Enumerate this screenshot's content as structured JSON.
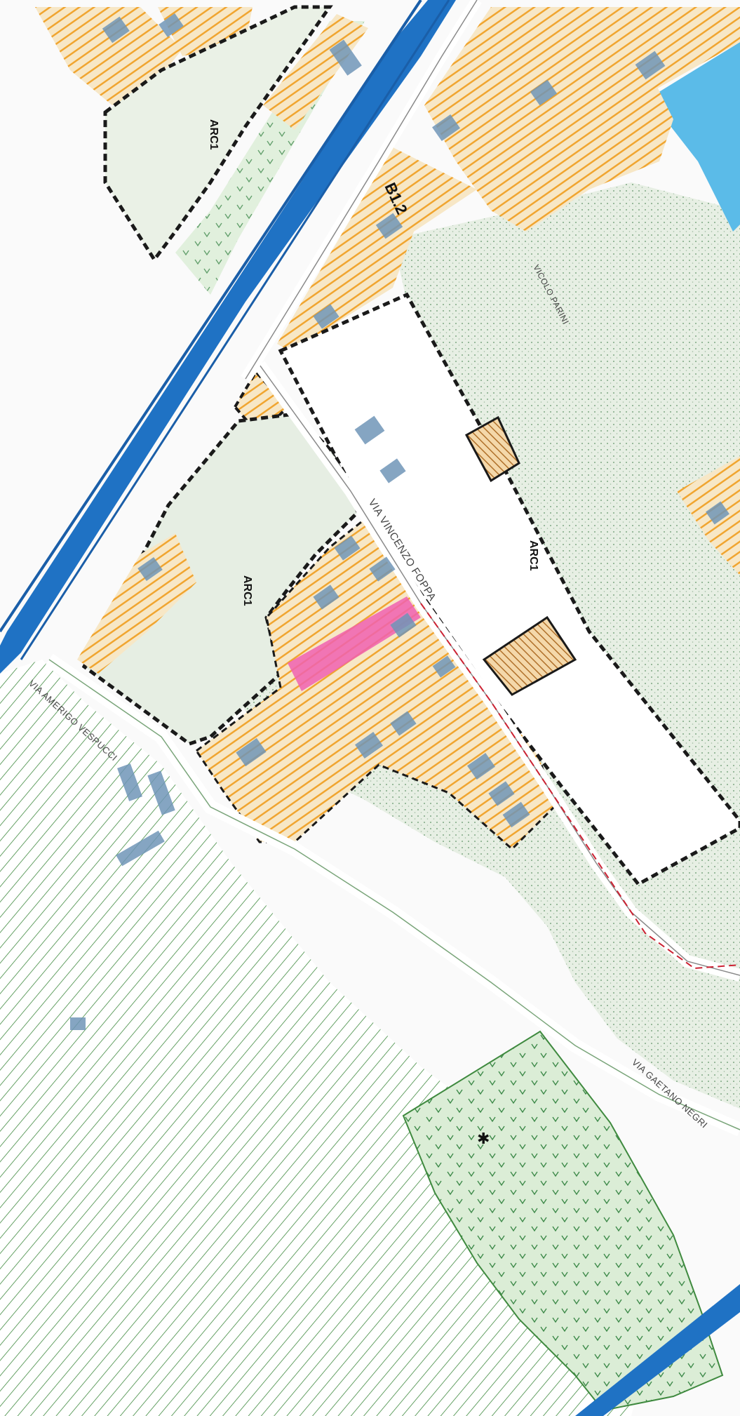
{
  "zones": {
    "arc1_top_left": "ARC1",
    "arc1_center": "ARC1",
    "arc1_right": "ARC1",
    "b12": "B1.2"
  },
  "streets": {
    "foppa": "VIA VINCENZO FOPPA",
    "vespucci": "VIA AMERIGO VESPUCCI",
    "negri": "VIA GAETANO NEGRI",
    "unnamed_top": "VICOLO PARINI"
  },
  "colors": {
    "orange_hatch": "#f0a530",
    "green_dotted": "#e4eee2",
    "green_hatch": "#3f8a3f",
    "canal": "#1f72c4",
    "pond": "#5bbbe8",
    "boundary": "#1a1a1a",
    "pink_strip": "#f060b0",
    "red_route": "#cc2233",
    "building": "#6f95b8"
  }
}
